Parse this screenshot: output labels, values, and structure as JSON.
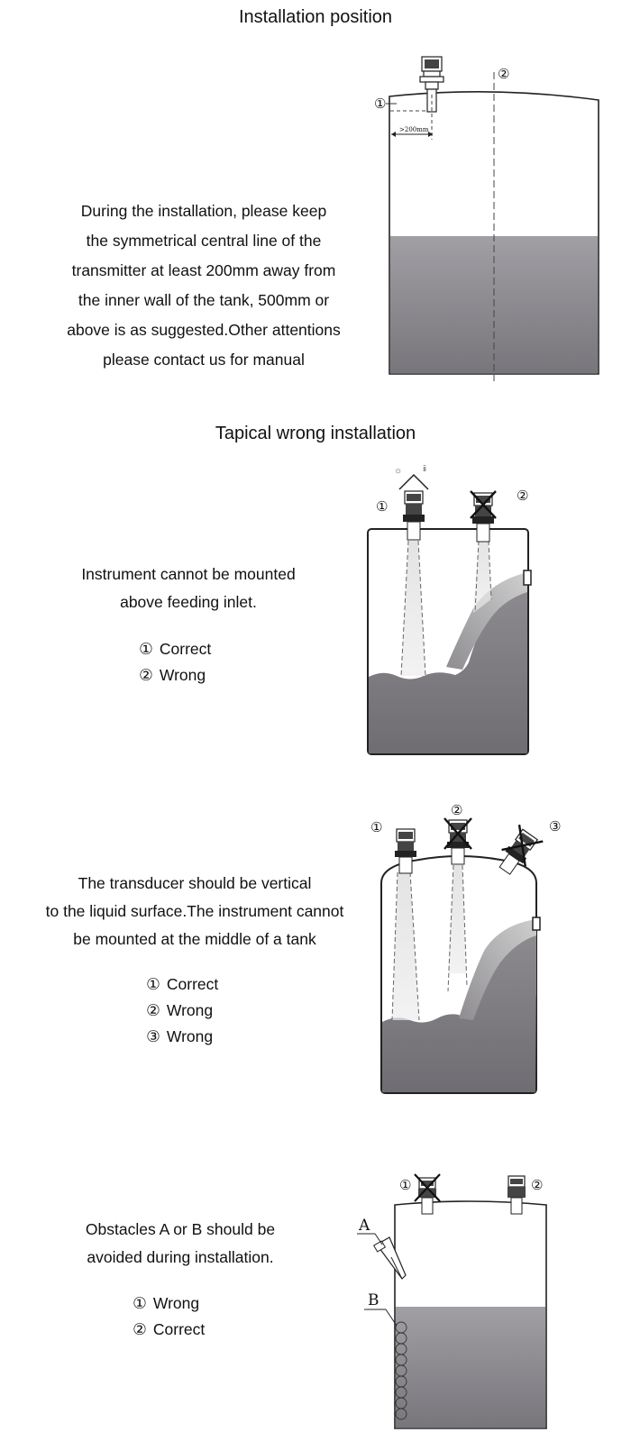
{
  "section1": {
    "title": "Installation position",
    "text_lines": [
      "During the installation, please keep",
      "the symmetrical central line of the",
      "transmitter at least 200mm away from",
      "the inner wall of the tank, 500mm or",
      "above is as suggested.Other attentions",
      "please contact us for manual"
    ],
    "diagram": {
      "marker_1": "①",
      "marker_2": "②",
      "distance_label": ">200mm"
    }
  },
  "section2": {
    "title": "Tapical wrong installation",
    "text_lines": [
      "Instrument cannot be mounted",
      "above feeding inlet."
    ],
    "legend": [
      {
        "num": "①",
        "label": "Correct"
      },
      {
        "num": "②",
        "label": "Wrong"
      }
    ],
    "diagram": {
      "marker_1": "①",
      "marker_2": "②"
    }
  },
  "section3": {
    "text_lines": [
      "The transducer should be vertical",
      "to the liquid surface.The instrument cannot",
      "be mounted at the middle of a tank"
    ],
    "legend": [
      {
        "num": "①",
        "label": "Correct"
      },
      {
        "num": "②",
        "label": "Wrong"
      },
      {
        "num": "③",
        "label": "Wrong"
      }
    ],
    "diagram": {
      "marker_1": "①",
      "marker_2": "②",
      "marker_3": "③"
    }
  },
  "section4": {
    "text_lines": [
      "Obstacles A or B should be",
      "avoided during installation."
    ],
    "legend": [
      {
        "num": "①",
        "label": "Wrong"
      },
      {
        "num": "②",
        "label": "Correct"
      }
    ],
    "diagram": {
      "marker_1": "①",
      "marker_2": "②",
      "obstacle_a": "A",
      "obstacle_b": "B"
    }
  },
  "colors": {
    "liquid": "#8c8a8f",
    "liquid_light": "#b5b3b8",
    "outline": "#222222"
  }
}
